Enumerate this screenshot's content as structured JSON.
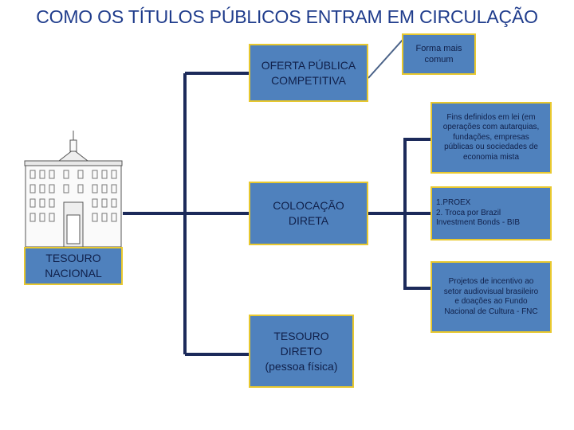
{
  "title": "COMO OS TÍTULOS PÚBLICOS ENTRAM EM CIRCULAÇÃO",
  "source": {
    "label": "TESOURO\nNACIONAL"
  },
  "channels": {
    "oferta": "OFERTA PÚBLICA\nCOMPETITIVA",
    "colocacao": "COLOCAÇÃO\nDIRETA",
    "tesouro_direto": "TESOURO\nDIRETO\n(pessoa física)"
  },
  "notes": {
    "forma": "Forma mais\ncomum",
    "fins": "Fins definidos em lei (em\noperações com autarquias,\nfundações, empresas\npúblicas ou sociedades de\neconomia mista",
    "proex": "1.PROEX\n2. Troca por Brazil\nInvestment Bonds - BIB",
    "projetos": "Projetos de incentivo ao\nsetor audiovisual brasileiro\ne doações ao Fundo\nNacional de Cultura - FNC"
  },
  "colors": {
    "box_fill": "#4f81bd",
    "box_border": "#e8c82e",
    "line": "#1c2a5a",
    "title": "#1f3c8c"
  }
}
